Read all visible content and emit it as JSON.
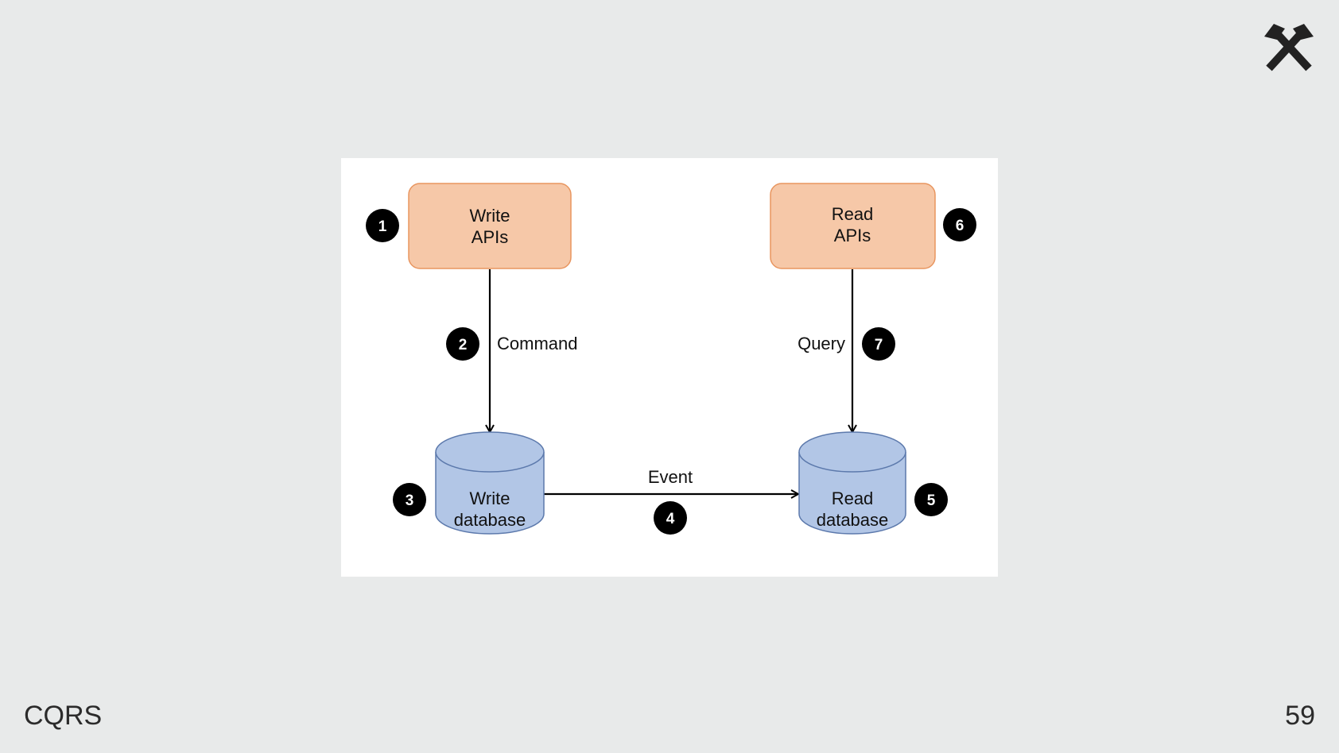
{
  "colors": {
    "background": "#e8eaea",
    "panel": "#ffffff",
    "api_fill": "#f6c8a8",
    "api_stroke": "#e8955f",
    "db_fill": "#b2c6e6",
    "db_stroke": "#5c79ac",
    "badge": "#000000",
    "logo": "#222222"
  },
  "logo": {
    "icon": "crossed-hammers-icon"
  },
  "diagram": {
    "nodes": {
      "write_apis": {
        "line1": "Write",
        "line2": "APIs"
      },
      "read_apis": {
        "line1": "Read",
        "line2": "APIs"
      },
      "write_db": {
        "line1": "Write",
        "line2": "database"
      },
      "read_db": {
        "line1": "Read",
        "line2": "database"
      }
    },
    "edges": {
      "command": "Command",
      "query": "Query",
      "event": "Event"
    },
    "badges": {
      "write_apis": "1",
      "command": "2",
      "write_db": "3",
      "event": "4",
      "read_db": "5",
      "read_apis": "6",
      "query": "7"
    }
  },
  "footer": {
    "title": "CQRS",
    "page_number": "59"
  }
}
